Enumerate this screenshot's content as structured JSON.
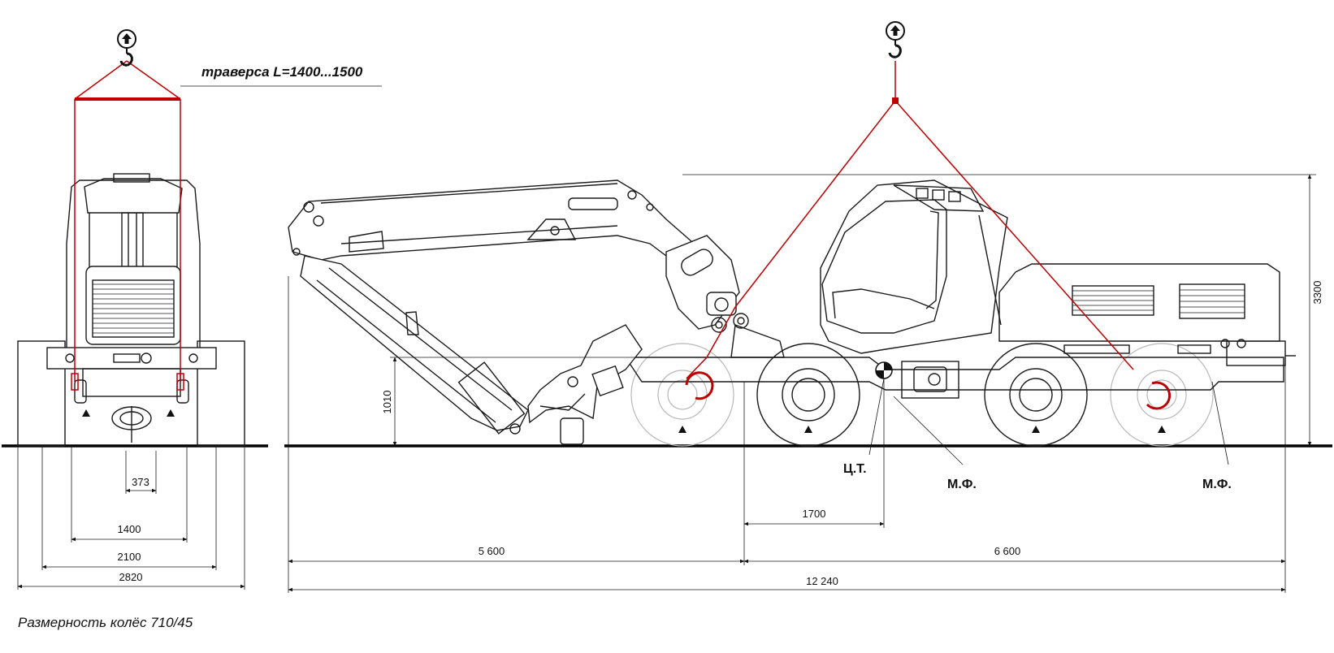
{
  "texts": {
    "traverse": "траверса  L=1400...1500",
    "wheel_note": "Размерность колёс  710/45",
    "cg": "Ц.Т.",
    "mount_point_1": "М.Ф.",
    "mount_point_2": "М.Ф."
  },
  "dimensions": {
    "front_373": "373",
    "front_1400": "1400",
    "front_2100": "2100",
    "front_2820": "2820",
    "side_height_1010": "1010",
    "side_height_3300": "3300",
    "side_1700": "1700",
    "side_5600": "5 600",
    "side_6600": "6 600",
    "side_total": "12 240"
  },
  "colors": {
    "lifting_rig": "#c00000",
    "outline": "#1a1a1a",
    "wheel_outline": "#b8b8b8"
  },
  "icons": [
    "lift-hook-icon",
    "support-point-icon",
    "center-of-gravity-icon"
  ]
}
